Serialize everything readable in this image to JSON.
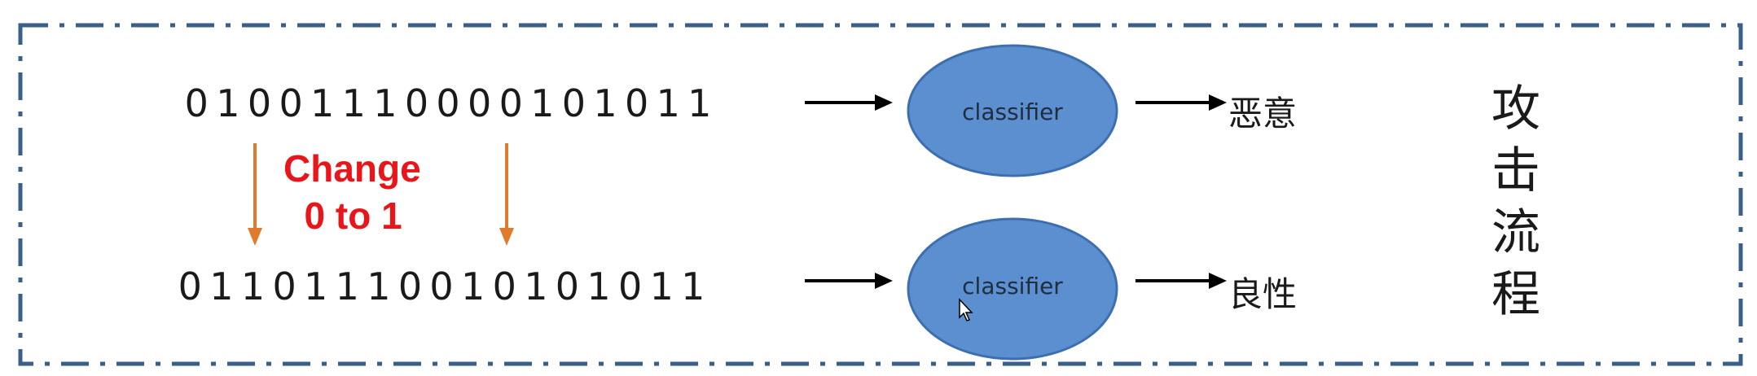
{
  "diagram": {
    "top_bits": [
      "0",
      "1",
      "0",
      "0",
      "1",
      "1",
      "1",
      "0",
      "0",
      "0",
      "0",
      "1",
      "0",
      "1",
      "0",
      "1",
      "1"
    ],
    "bottom_bits": [
      "0",
      "1",
      "1",
      "0",
      "1",
      "1",
      "1",
      "0",
      "0",
      "1",
      "0",
      "1",
      "0",
      "1",
      "0",
      "1",
      "1"
    ],
    "classifier_top_label": "classifier",
    "classifier_bottom_label": "classifier",
    "output_top": "恶意",
    "output_bottom": "良性",
    "change_annotation_line1": "Change",
    "change_annotation_line2": "  0 to 1",
    "side_title": "攻击流程"
  },
  "colors": {
    "classifier_fill": "#5b8fd0",
    "classifier_stroke": "#3d6fb0",
    "annotation_red": "#e8161b",
    "change_arrow_orange": "#e07a2c",
    "border_dash": "#3a5f8a"
  }
}
